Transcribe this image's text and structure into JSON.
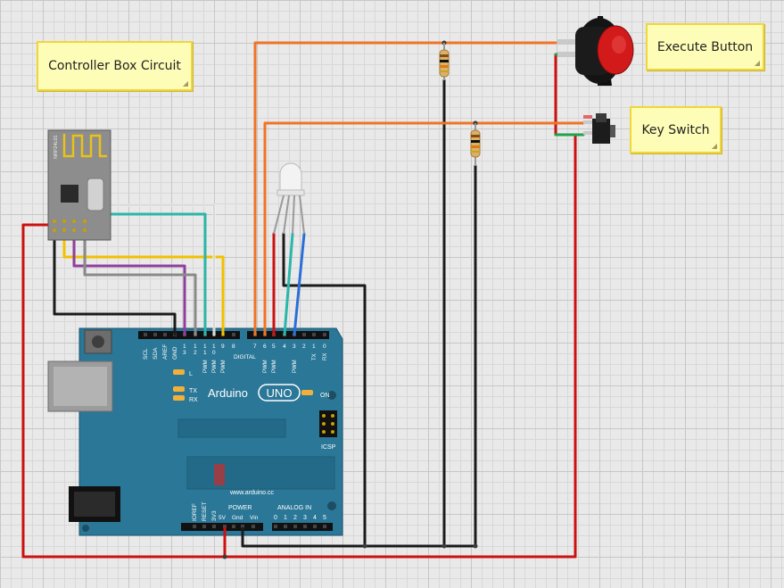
{
  "notes": {
    "title": "Controller Box Circuit",
    "execute": "Execute Button",
    "key_switch": "Key Switch"
  },
  "board": {
    "brand": "Arduino",
    "model": "UNO",
    "url": "www.arduino.cc",
    "on_label": "ON",
    "icsp_label": "ICSP",
    "led_l": "L",
    "led_tx": "TX",
    "led_rx": "RX",
    "digital_label": "DIGITAL",
    "power_label": "POWER",
    "analog_label": "ANALOG IN",
    "top_pins": [
      "SCL",
      "SDA",
      "AREF",
      "GND",
      "13",
      "12",
      "11",
      "10",
      "9",
      "8",
      "7",
      "6",
      "5",
      "4",
      "3",
      "2",
      "1",
      "0"
    ],
    "pwm_note": "PWM",
    "tx_rx_pins": [
      "TX",
      "RX"
    ],
    "power_pins": [
      "IOREF",
      "RESET",
      "3V3",
      "5V",
      "Gnd",
      "Gnd",
      "Vin"
    ],
    "analog_pins": [
      "0",
      "1",
      "2",
      "3",
      "4",
      "5"
    ]
  },
  "radio": {
    "label": "NRF24L01"
  },
  "colors": {
    "board": "#2a7797",
    "board_dark": "#1f5d77",
    "wire_red": "#cc1111",
    "wire_black": "#1a1a1a",
    "wire_orange": "#f07326",
    "wire_white": "#f2f2f2",
    "wire_teal": "#2ab7a9",
    "wire_purple": "#8e3f9c",
    "wire_gray": "#8a8a8a",
    "wire_yellow": "#f2c100",
    "wire_blue": "#2a6fd6",
    "wire_green": "#1ea34a",
    "button_red": "#d21a1a"
  }
}
